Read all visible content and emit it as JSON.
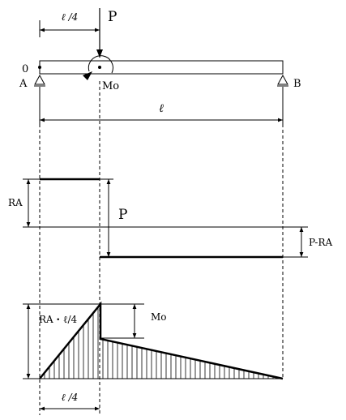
{
  "labels": {
    "quarter_span_top": "ℓ /4",
    "load": "P",
    "origin": "0",
    "support_a": "A",
    "support_b": "B",
    "moment": "Mo",
    "span": "ℓ",
    "shear_ra": "RA",
    "shear_p": "P",
    "shear_p_minus_ra": "P-RA",
    "moment_peak": "RA・ℓ/4",
    "moment_jump": "Mo",
    "quarter_span_bottom": "ℓ /4"
  }
}
